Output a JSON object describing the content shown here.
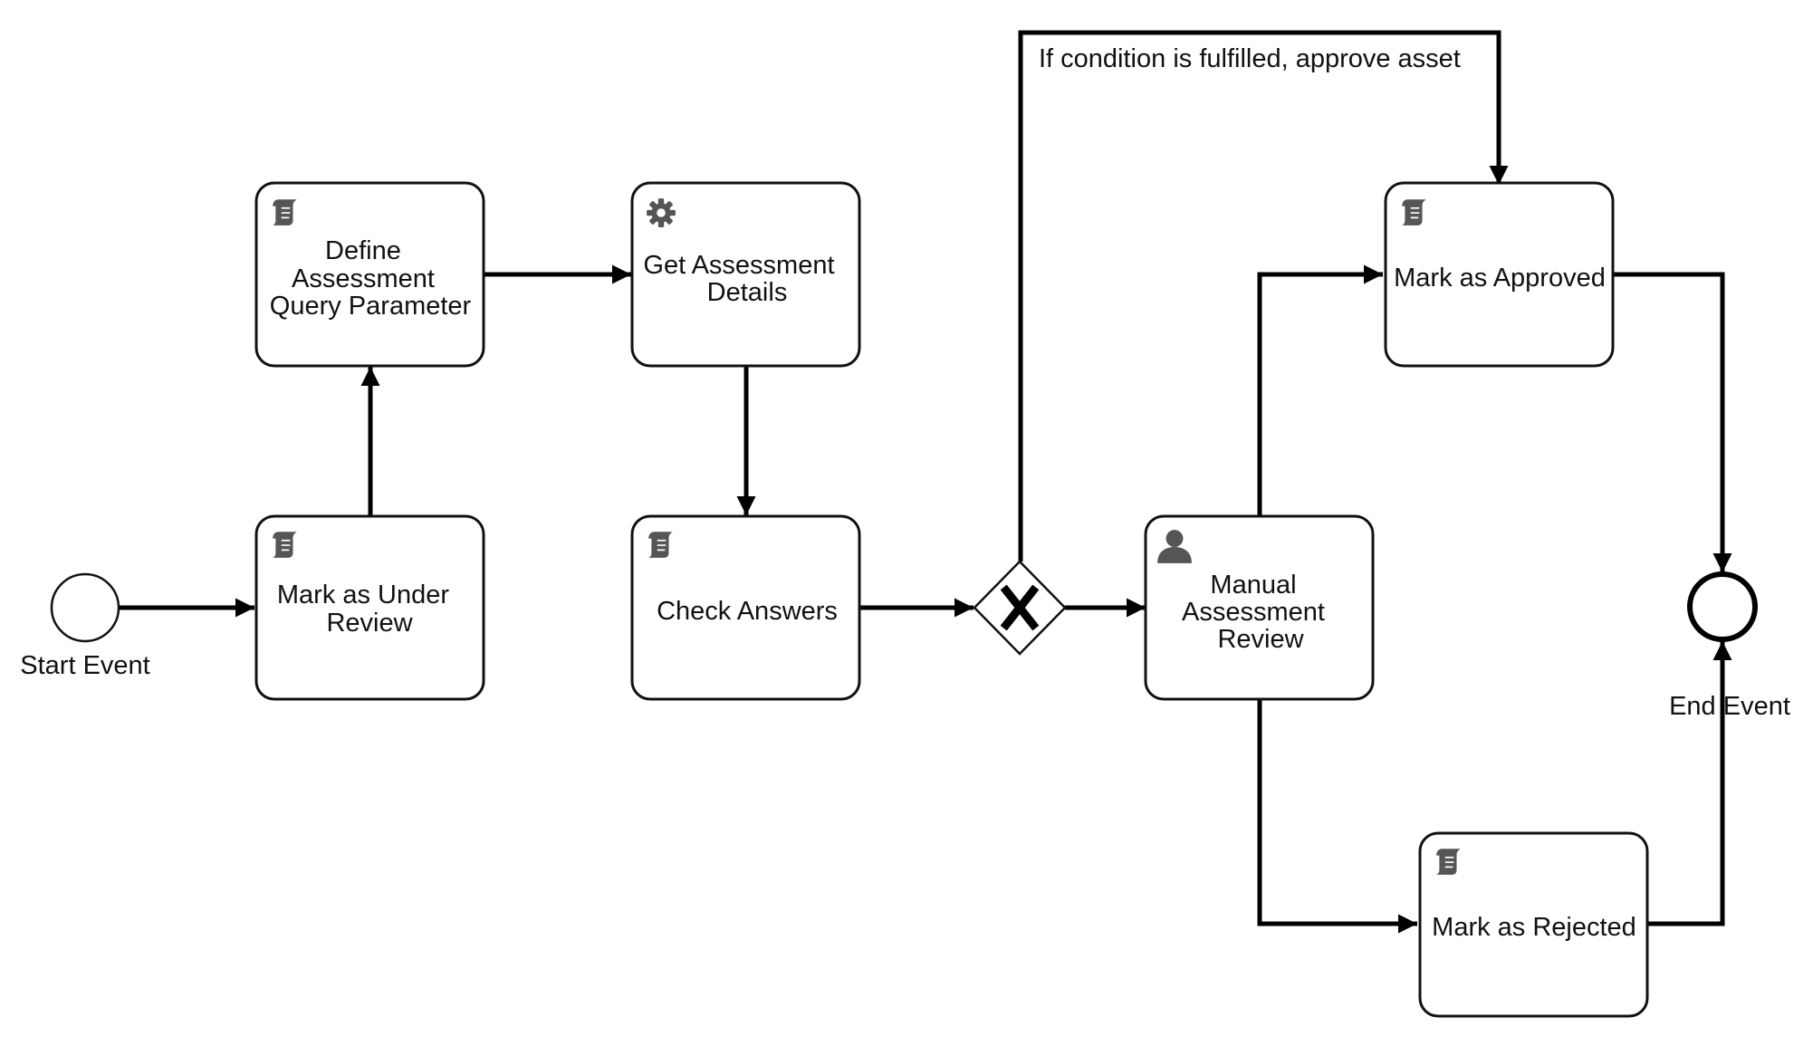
{
  "events": {
    "start": {
      "label": "Start Event"
    },
    "end": {
      "label": "End Event"
    }
  },
  "tasks": {
    "mark_under_review": {
      "lines": [
        "Mark as Under",
        "Review"
      ],
      "icon": "script-icon"
    },
    "define_query": {
      "lines": [
        "Define",
        "Assessment",
        "Query Parameter"
      ],
      "icon": "script-icon"
    },
    "get_details": {
      "lines": [
        "Get Assessment",
        "Details"
      ],
      "icon": "gear-icon"
    },
    "check_answers": {
      "lines": [
        "Check Answers"
      ],
      "icon": "script-icon"
    },
    "manual_review": {
      "lines": [
        "Manual",
        "Assessment",
        "Review"
      ],
      "icon": "user-icon"
    },
    "mark_approved": {
      "lines": [
        "Mark as Approved"
      ],
      "icon": "script-icon"
    },
    "mark_rejected": {
      "lines": [
        "Mark as Rejected"
      ],
      "icon": "script-icon"
    }
  },
  "gateway": {
    "type": "exclusive",
    "icon": "x-icon"
  },
  "flows": {
    "condition_label": "If condition is fulfilled, approve asset"
  }
}
